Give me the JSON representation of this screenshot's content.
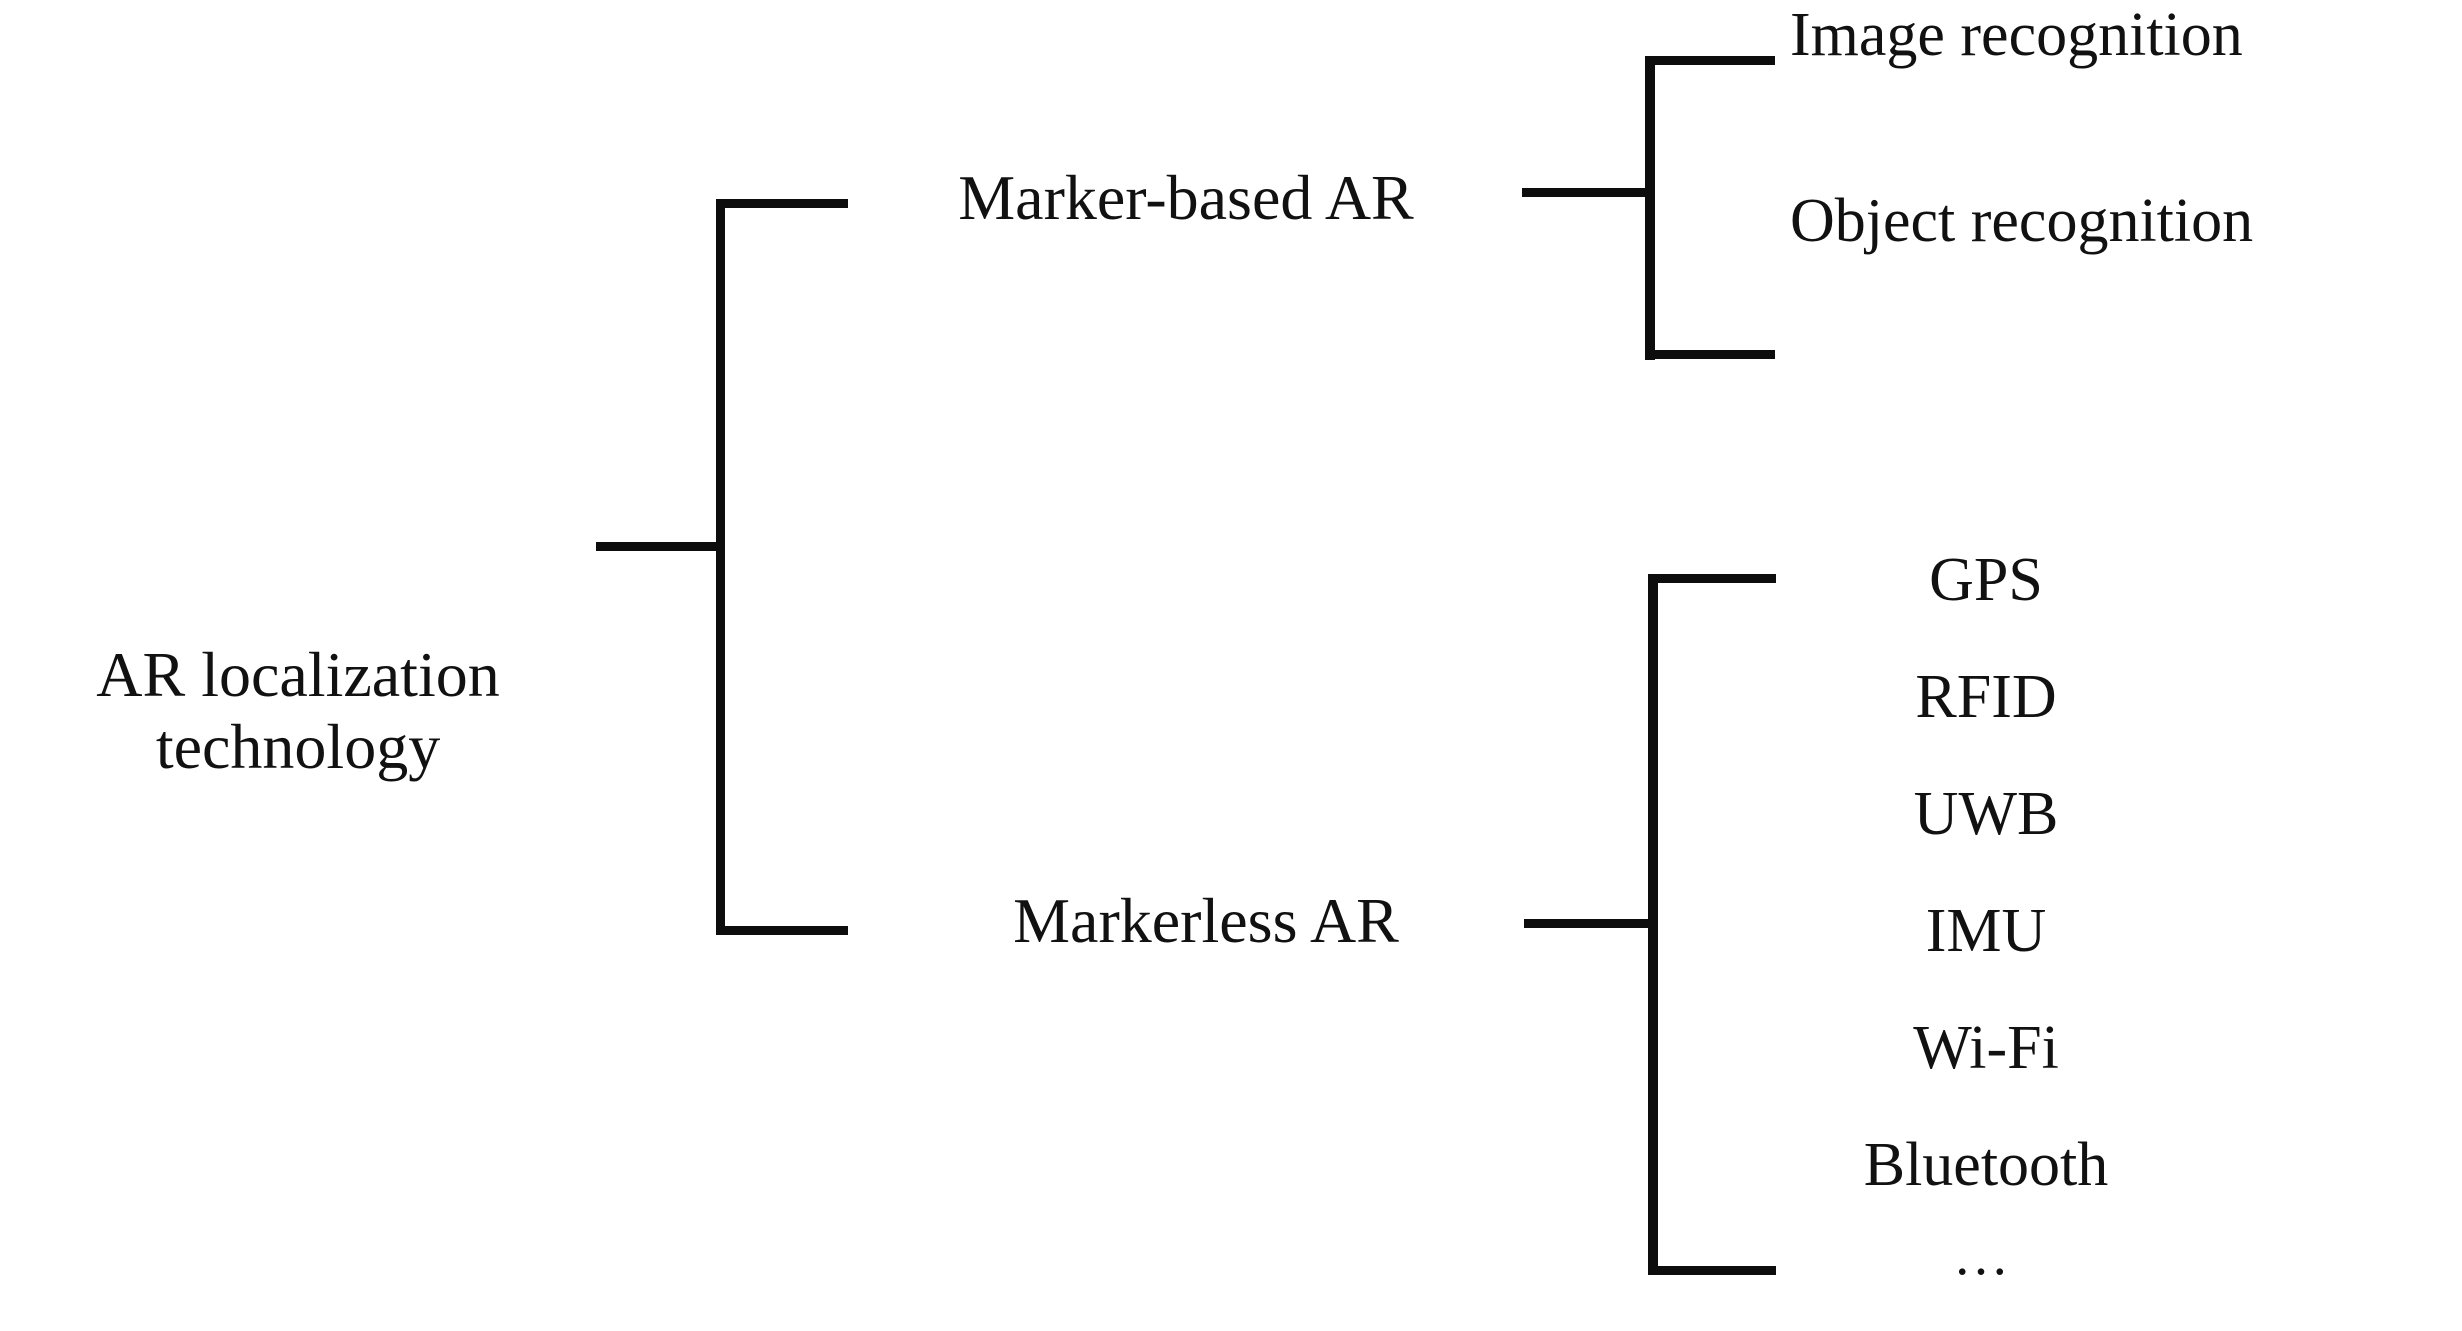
{
  "diagram": {
    "title": "AR localization technology classification tree",
    "background_color": "#ffffff",
    "line_color": "#0d0d0d",
    "text_color": "#111111",
    "root": {
      "line1": "AR localization",
      "line2": "technology"
    },
    "branches": [
      {
        "label": "Marker-based AR",
        "children": [
          "Image recognition",
          "Object recognition"
        ]
      },
      {
        "label": "Markerless AR",
        "children": [
          "GPS",
          "RFID",
          "UWB",
          "IMU",
          "Wi-Fi",
          "Bluetooth",
          "…"
        ]
      }
    ],
    "markerless_leaves": {
      "item0": "GPS",
      "item1": "RFID",
      "item2": "UWB",
      "item3": "IMU",
      "item4": "Wi-Fi",
      "item5": "Bluetooth",
      "item6": "…"
    },
    "marker_leaves": {
      "item0": "Image recognition",
      "item1": "Object recognition"
    }
  }
}
